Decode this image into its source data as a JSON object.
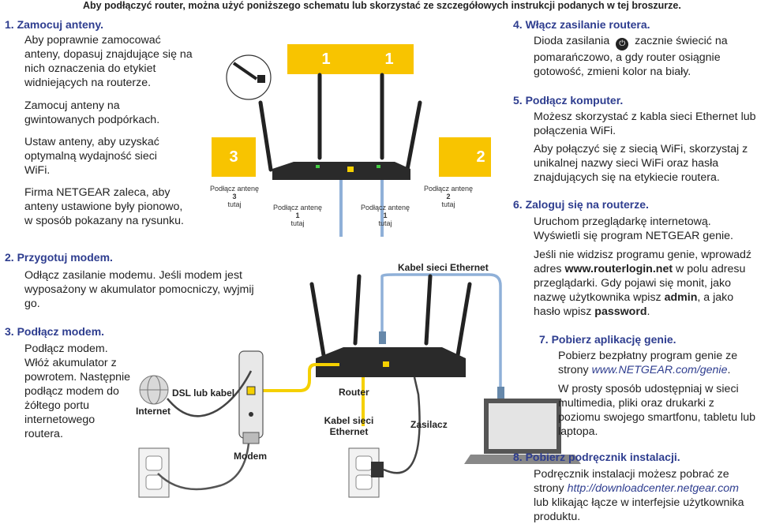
{
  "header": "Aby podłączyć router, można użyć poniższego schematu lub skorzystać ze szczegółowych instrukcji podanych w tej broszurze.",
  "steps": {
    "s1": {
      "title": "1. Zamocuj anteny.",
      "p1": "Aby poprawnie zamocować anteny, dopasuj znajdujące się na nich oznaczenia do etykiet widniejących na routerze.",
      "p2": "Zamocuj anteny na gwintowanych podpórkach.",
      "p3": "Ustaw anteny, aby uzyskać optymalną wydajność sieci WiFi.",
      "p4": "Firma NETGEAR zaleca, aby anteny ustawione były pionowo, w sposób pokazany na rysunku."
    },
    "s2": {
      "title": "2. Przygotuj modem.",
      "p1": "Odłącz zasilanie modemu. Jeśli modem jest wyposażony w akumulator pomocniczy, wyjmij go."
    },
    "s3": {
      "title": "3. Podłącz modem.",
      "p1": "Podłącz modem. Włóż akumulator z powrotem. Następnie podłącz modem do żółtego portu internetowego routera."
    },
    "s4": {
      "title": "4. Włącz zasilanie routera.",
      "p1a": "Dioda zasilania",
      "p1b": "zacznie świecić na pomarańczowo, a gdy router osiągnie gotowość, zmieni kolor na biały."
    },
    "s5": {
      "title": "5. Podłącz komputer.",
      "p1": "Możesz skorzystać z kabla sieci Ethernet lub połączenia WiFi.",
      "p2": "Aby połączyć się z siecią WiFi, skorzystaj z unikalnej nazwy sieci WiFi oraz hasła znajdujących się na etykiecie routera."
    },
    "s6": {
      "title": "6. Zaloguj się na routerze.",
      "p1": "Uruchom przeglądarkę internetową. Wyświetli się program NETGEAR genie.",
      "p2a": "Jeśli nie widzisz programu genie, wprowadź adres",
      "url": "www.routerlogin.net",
      "p2b": "w polu adresu przeglądarki. Gdy pojawi się monit, jako nazwę użytkownika wpisz",
      "user": "admin",
      "p2c": ", a jako hasło wpisz",
      "pass": "password",
      "p2d": "."
    },
    "s7": {
      "title": "7. Pobierz aplikację genie.",
      "p1a": "Pobierz bezpłatny program genie ze strony",
      "url": "www.NETGEAR.com/genie",
      "p1b": ".",
      "p2": "W prosty sposób udostępniaj w sieci multimedia, pliki oraz drukarki z poziomu swojego smartfonu, tabletu lub laptopa."
    },
    "s8": {
      "title": "8. Pobierz podręcznik instalacji.",
      "p1a": "Podręcznik instalacji możesz pobrać ze strony",
      "url": "http://downloadcenter.netgear.com",
      "p1b": "lub klikając łącze w interfejsie użytkownika produktu."
    }
  },
  "diagram": {
    "antenna_labels": [
      "3",
      "1",
      "1",
      "2"
    ],
    "tags": {
      "line1": "Podłącz antenę",
      "line3": "tutaj",
      "nums": [
        "3",
        "1",
        "1",
        "2"
      ]
    },
    "labels": {
      "ethernet_top": "Kabel sieci Ethernet",
      "dsl": "DSL lub kabel",
      "internet": "Internet",
      "router": "Router",
      "ethernet_bottom": "Kabel sieci Ethernet",
      "power": "Zasilacz",
      "modem": "Modem"
    },
    "colors": {
      "accent": "#f8c400",
      "heading": "#2e3d8f",
      "cable_blue": "#8fb0d8",
      "cable_yellow": "#f5d000"
    }
  }
}
